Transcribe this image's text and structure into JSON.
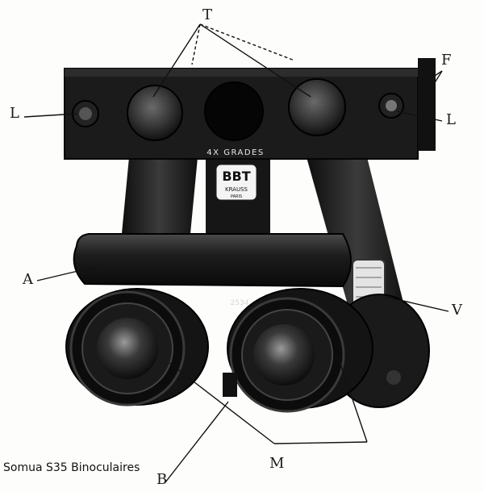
{
  "caption": "Somua S35 Binoculaires",
  "engraving": {
    "magnification": "4X GRADES",
    "logo_top": "BBT",
    "logo_bottom": "KRAUSS",
    "logo_city": "PARIS",
    "eyepiece_number": "2534"
  },
  "callouts": {
    "T": "T",
    "F": "F",
    "L_left": "L",
    "L_right": "L",
    "A": "A",
    "V": "V",
    "B": "B",
    "M": "M"
  }
}
